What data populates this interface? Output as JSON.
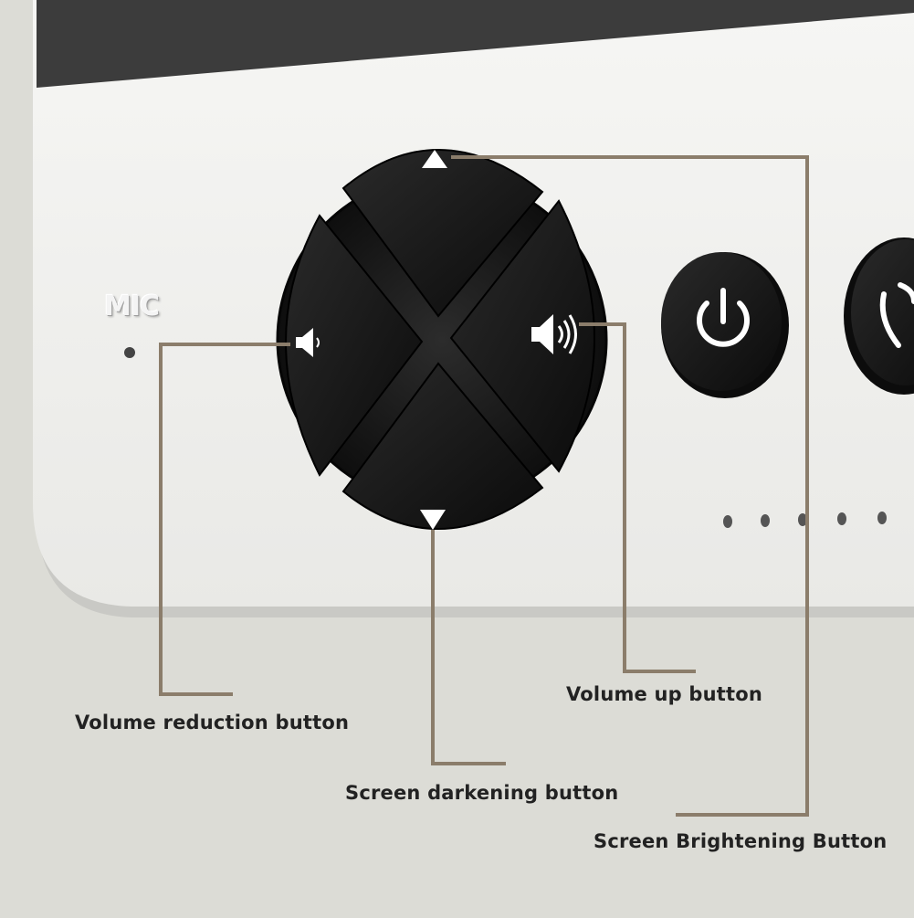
{
  "device": {
    "mic_label": "MIC",
    "indicator_dots": 5
  },
  "callouts": {
    "volume_reduction": "Volume reduction button",
    "volume_up": "Volume up button",
    "screen_darkening": "Screen darkening button",
    "screen_brightening": "Screen Brightening Button"
  },
  "colors": {
    "background": "#dcdcd6",
    "panel": "#efefed",
    "screen": "#3c3c3c",
    "buttons": "#141414",
    "leader_lines": "#8b7d6b",
    "label_text": "#222222"
  },
  "icons": {
    "up_button": "triangle-up-icon",
    "down_button": "triangle-down-icon",
    "left_button": "speaker-icon",
    "right_button": "speaker-loud-icon",
    "power_button": "power-icon",
    "phone_button": "phone-icon"
  }
}
